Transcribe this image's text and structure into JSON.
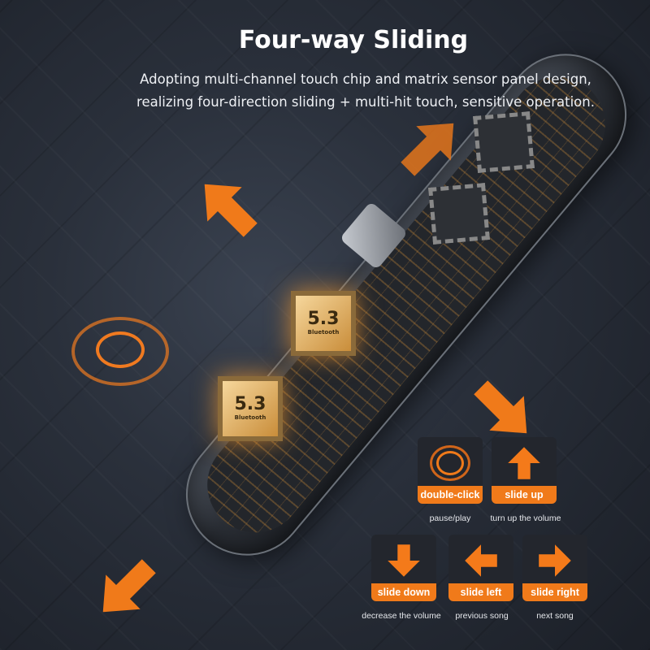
{
  "header": {
    "title": "Four-way Sliding",
    "subtitle_line1": "Adopting multi-channel touch chip and matrix sensor panel design,",
    "subtitle_line2": "realizing four-direction sliding + multi-hit touch, sensitive operation."
  },
  "chips": [
    {
      "version": "5.3",
      "label": "Bluetooth"
    },
    {
      "version": "5.3",
      "label": "Bluetooth"
    }
  ],
  "accent": "#f07a1a",
  "gestures": [
    {
      "label": "double-click",
      "caption": "pause/play",
      "icon": "double-ring-icon"
    },
    {
      "label": "slide up",
      "caption": "turn up the volume",
      "icon": "arrow-up-icon"
    },
    {
      "label": "slide down",
      "caption": "decrease the volume",
      "icon": "arrow-down-icon"
    },
    {
      "label": "slide left",
      "caption": "previous song",
      "icon": "arrow-left-icon"
    },
    {
      "label": "slide right",
      "caption": "next song",
      "icon": "arrow-right-icon"
    }
  ]
}
